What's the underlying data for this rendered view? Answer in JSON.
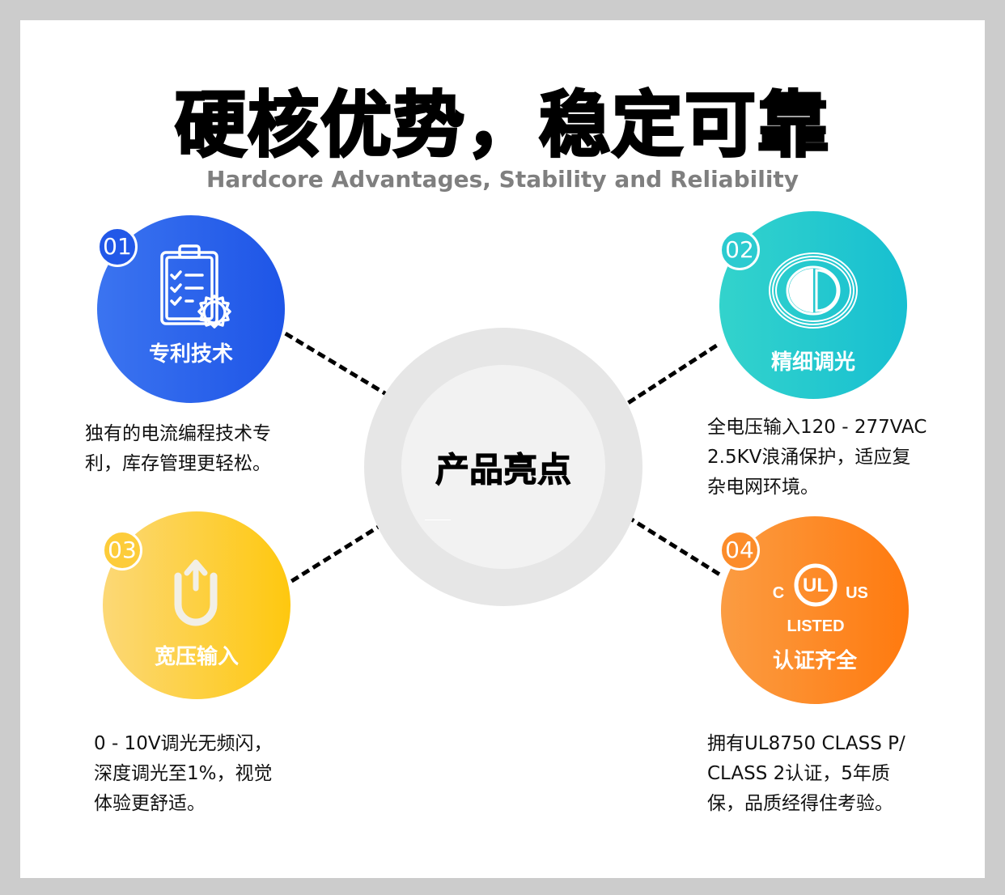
{
  "header": {
    "title": "硬核优势，稳定可靠",
    "subtitle": "Hardcore Advantages, Stability and Reliability"
  },
  "center": {
    "label": "产品亮点",
    "ring_outer_color": "#e6e6e6",
    "ring_inner_color": "#f2f2f2"
  },
  "features": [
    {
      "number": "01",
      "title": "专利技术",
      "icon": "clipboard-checklist-gear-icon",
      "color": "#1e55e7",
      "description": "独有的电流编程技术专\n利，库存管理更轻松。"
    },
    {
      "number": "02",
      "title": "精细调光",
      "icon": "dimming-half-circle-icon",
      "color": "#17bfd1",
      "description": "全电压输入120 - 277VAC\n2.5KV浪涌保护，适应复\n杂电网环境。"
    },
    {
      "number": "03",
      "title": "宽压输入",
      "icon": "u-arrow-up-icon",
      "color": "#fec80f",
      "description": "0 - 10V调光无频闪，\n深度调光至1%，视觉\n体验更舒适。"
    },
    {
      "number": "04",
      "title": "认证齐全",
      "icon": "ul-listed-icon",
      "color": "#ff7a0f",
      "ul_logo": {
        "left": "C",
        "center": "UL",
        "right": "US",
        "bottom": "LISTED"
      },
      "description": "拥有UL8750 CLASS P/\nCLASS 2认证，5年质\n保，品质经得住考验。"
    }
  ]
}
